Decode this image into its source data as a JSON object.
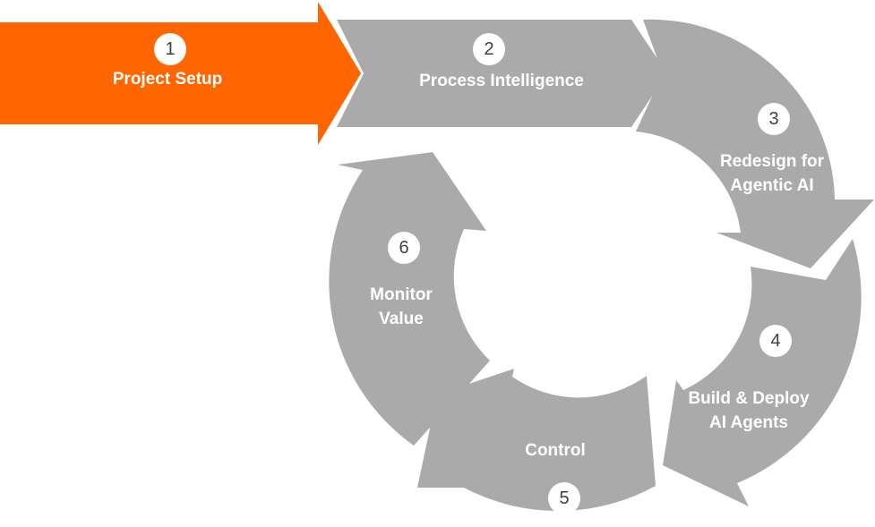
{
  "colors": {
    "active": "#FF6600",
    "inactive": "#AAAAAA",
    "text": "#FFFFFF",
    "number": "#404040",
    "badge": "#FFFFFF"
  },
  "steps": [
    {
      "number": "1",
      "lines": [
        "Project Setup"
      ],
      "state": "active"
    },
    {
      "number": "2",
      "lines": [
        "Process Intelligence"
      ],
      "state": "inactive"
    },
    {
      "number": "3",
      "lines": [
        "Redesign for",
        "Agentic AI"
      ],
      "state": "inactive"
    },
    {
      "number": "4",
      "lines": [
        "Build & Deploy",
        "AI Agents"
      ],
      "state": "inactive"
    },
    {
      "number": "5",
      "lines": [
        "Control"
      ],
      "state": "inactive"
    },
    {
      "number": "6",
      "lines": [
        "Monitor",
        "Value"
      ],
      "state": "inactive"
    }
  ]
}
